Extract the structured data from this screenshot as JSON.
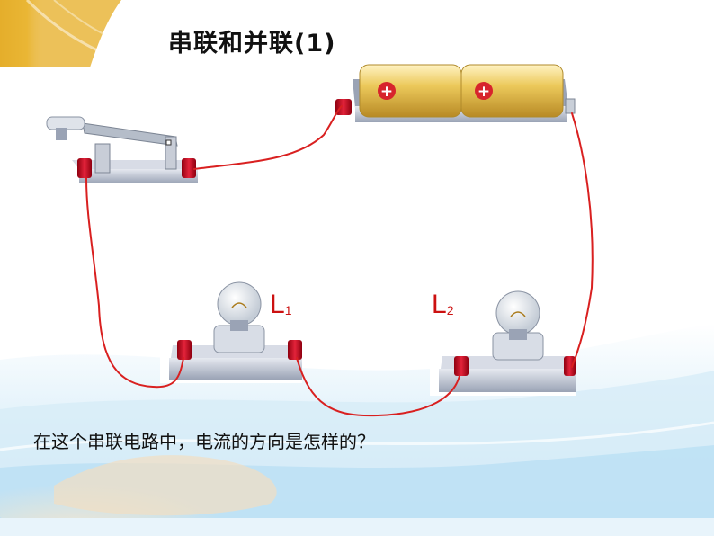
{
  "slide": {
    "title": "串联和并联(1)",
    "question": "在这个串联电路中，电流的方向是怎样的？"
  },
  "lamps": [
    {
      "letter": "L",
      "index": "1"
    },
    {
      "letter": "L",
      "index": "2"
    }
  ],
  "battery": {
    "terminal_symbol": "+"
  },
  "colors": {
    "wire": "#d92020",
    "terminal": "#c8102e",
    "label": "#cc1111",
    "background_blue": "#c9e6f7",
    "battery_body": "#e9c95a"
  }
}
